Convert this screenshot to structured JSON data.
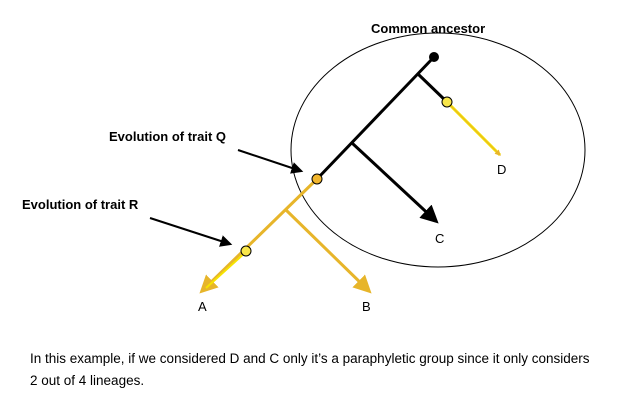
{
  "labels": {
    "common_ancestor": "Common ancestor",
    "trait_q": "Evolution of trait Q",
    "trait_r": "Evolution of trait R"
  },
  "tips": {
    "a": "A",
    "b": "B",
    "c": "C",
    "d": "D"
  },
  "caption": "In this example, if we considered D and C only it’s a paraphyletic group since it only considers 2 out of 4 lineages.",
  "colors": {
    "tree_black": "#000000",
    "yellow_branch": "#e7b52a",
    "bright_yellow": "#f6e300",
    "trait_dot": "#f2b62d",
    "trait_dot_light": "#f8e64a"
  }
}
